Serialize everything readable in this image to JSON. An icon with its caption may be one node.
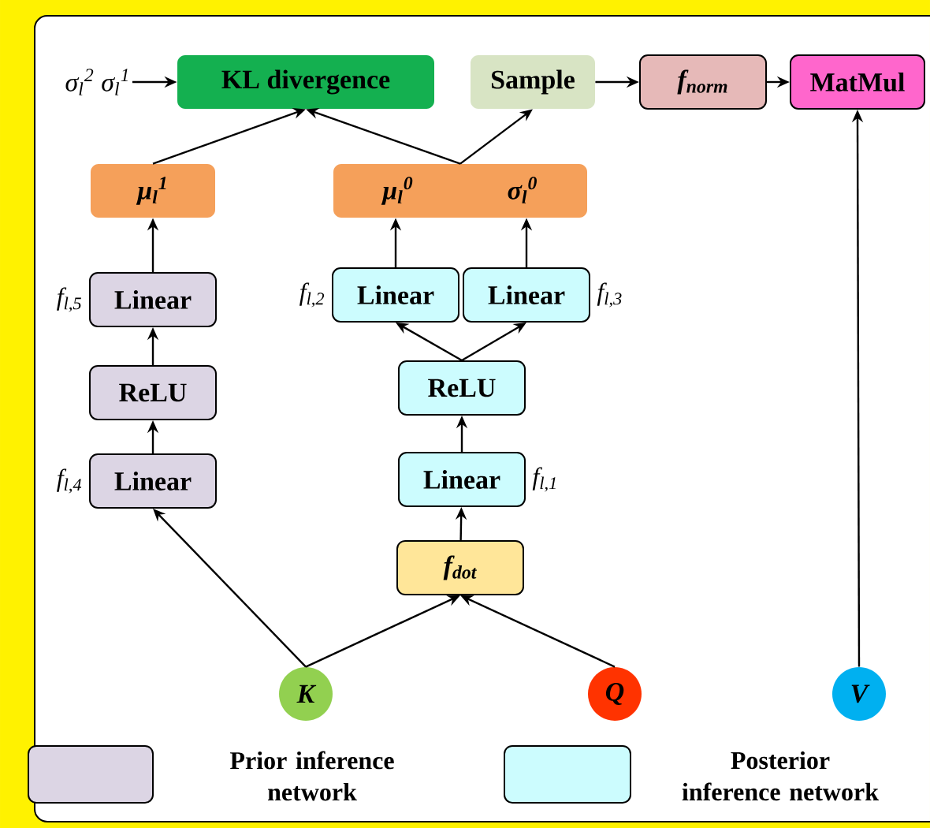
{
  "diagram": {
    "nodes": [
      {
        "text": [
          "σ$_{l}$$^{2}$ σ$_{l}$$^{1}$"
        ]
      },
      {
        "text": [
          "KL divergence"
        ]
      },
      {
        "text": [
          "Sample"
        ]
      },
      {
        "text": [
          "f$_{norm}$"
        ]
      },
      {
        "text": [
          "MatMul"
        ]
      },
      {
        "text": [
          "μ$_{l}$$^{1}$"
        ]
      },
      {
        "text": [
          "μ$_{l}$$^{0}$",
          "σ$_{l}$$^{0}$"
        ]
      },
      {
        "text": [
          "Linear"
        ],
        "beside": [
          "f$_{l,5}$"
        ]
      },
      {
        "text": [
          "ReLU"
        ]
      },
      {
        "text": [
          "Linear"
        ],
        "beside": [
          "f$_{l,4}$"
        ]
      },
      {
        "text": [
          "Linear"
        ],
        "beside": [
          "f$_{l,2}$"
        ]
      },
      {
        "text": [
          "Linear"
        ],
        "beside": [
          "f$_{l,3}$"
        ]
      },
      {
        "text": [
          "ReLU"
        ]
      },
      {
        "text": [
          "Linear"
        ],
        "beside": [
          "f$_{l,1}$"
        ]
      },
      {
        "text": [
          "f$_{dot}$"
        ]
      },
      {
        "text": [
          "K"
        ]
      },
      {
        "text": [
          "Q"
        ]
      },
      {
        "text": [
          "V"
        ]
      }
    ],
    "edges": [
      {
        "from": 0,
        "to": 1,
        "arrow": "to"
      },
      {
        "from": 5,
        "to": 1,
        "arrow": "to"
      },
      {
        "from": 6,
        "to": 1,
        "arrow": "to"
      },
      {
        "from": 6,
        "to": 2,
        "arrow": "to"
      },
      {
        "from": 2,
        "to": 3,
        "arrow": "to"
      },
      {
        "from": 3,
        "to": 4,
        "arrow": "to"
      },
      {
        "from": 7,
        "to": 5,
        "arrow": "to"
      },
      {
        "from": 8,
        "to": 7,
        "arrow": "to"
      },
      {
        "from": 9,
        "to": 8,
        "arrow": "to"
      },
      {
        "from": 10,
        "to": 6,
        "arrow": "to"
      },
      {
        "from": 11,
        "to": 6,
        "arrow": "to"
      },
      {
        "from": 12,
        "to": 10,
        "arrow": "to"
      },
      {
        "from": 12,
        "to": 11,
        "arrow": "to"
      },
      {
        "from": 13,
        "to": 12,
        "arrow": "to"
      },
      {
        "from": 14,
        "to": 13,
        "arrow": "to"
      },
      {
        "from": 15,
        "to": 9,
        "arrow": "to"
      },
      {
        "from": 15,
        "to": 14,
        "arrow": "to"
      },
      {
        "from": 16,
        "to": 14,
        "arrow": "to"
      },
      {
        "from": 17,
        "to": 4,
        "arrow": "to"
      }
    ],
    "legend": [
      {
        "text": "Prior inference network",
        "color": "#dcd5e4"
      },
      {
        "text": "Posterior inference network",
        "color": "#ccfcfe"
      }
    ]
  }
}
